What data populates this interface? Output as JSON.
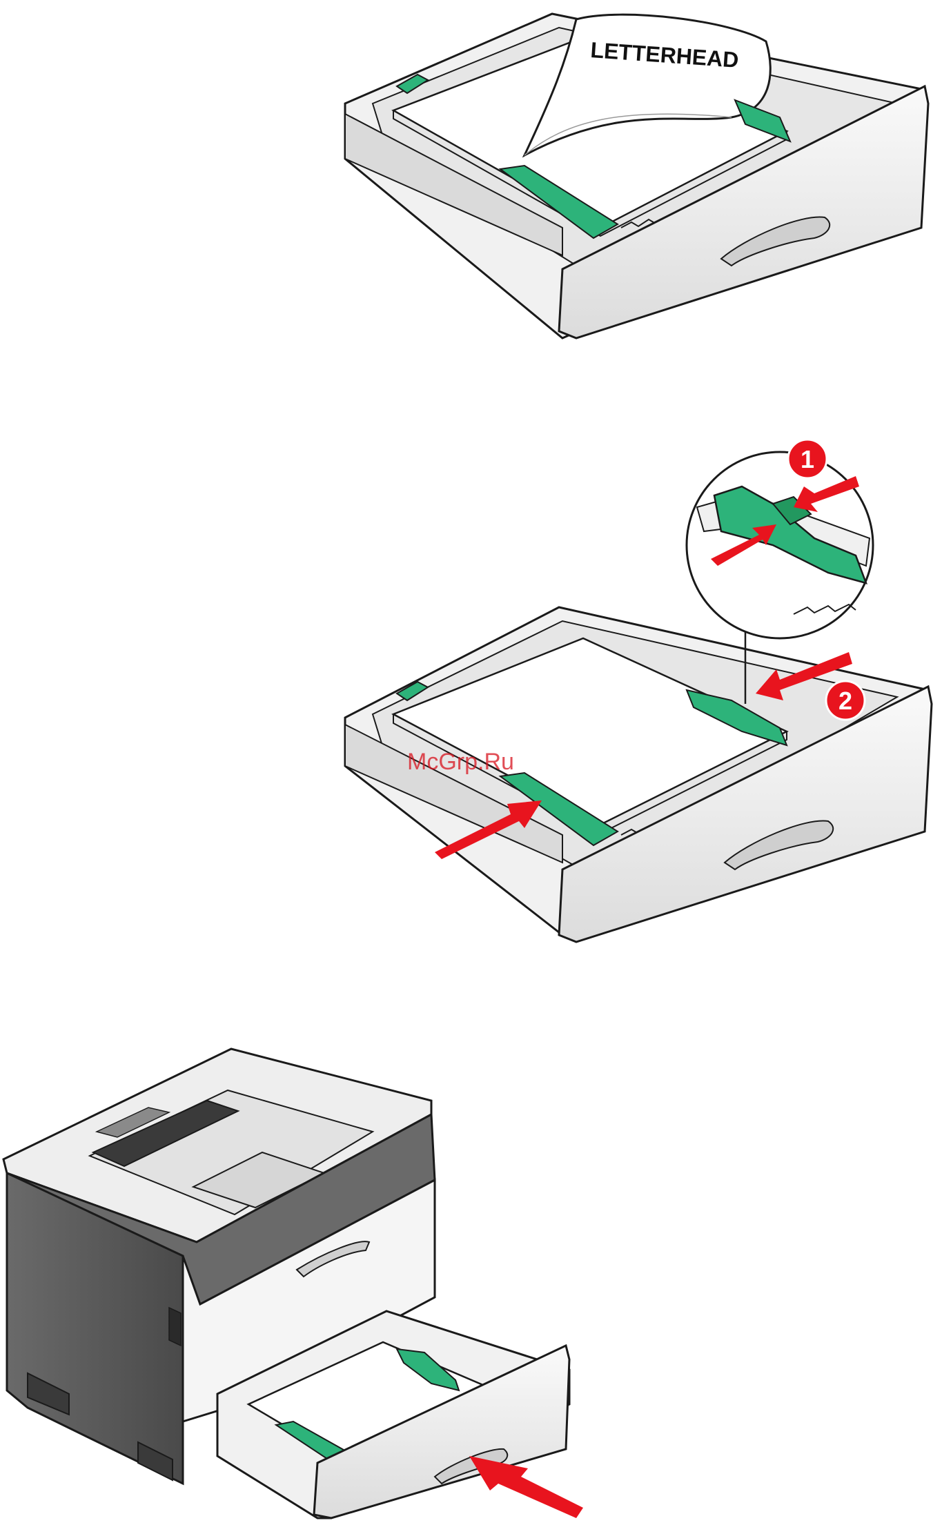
{
  "figure1": {
    "paper_label": "LETTERHEAD"
  },
  "figure2": {
    "callouts": [
      "1",
      "2"
    ],
    "watermark": "McGrp.Ru"
  },
  "colors": {
    "guide_green": "#2db37a",
    "arrow_red": "#e8141e",
    "outline": "#1a1a1a",
    "tray_grey": "#eeeeee",
    "printer_dark": "#5a5a5a"
  }
}
